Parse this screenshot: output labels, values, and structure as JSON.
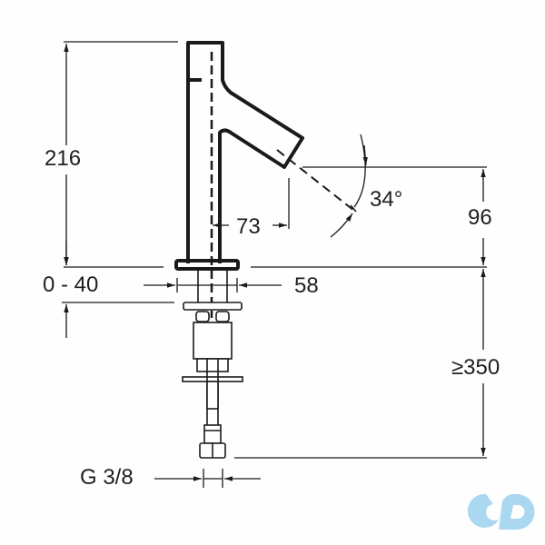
{
  "diagram": {
    "type": "technical-drawing",
    "subject": "single-hole basin faucet (side elevation)",
    "units": "mm",
    "line_color": "#1a1a1a",
    "dimensions": {
      "overall_height": "216",
      "spout_height": "96",
      "spout_reach": "73",
      "spout_angle": "34°",
      "deck_thickness": "0 - 40",
      "mounting_hole": "58",
      "supply_hose_length": "≥350",
      "connection_thread": "G 3/8"
    }
  },
  "watermark": {
    "icon": "infinity-cd-logo-icon",
    "color": "#a9d8f0"
  }
}
